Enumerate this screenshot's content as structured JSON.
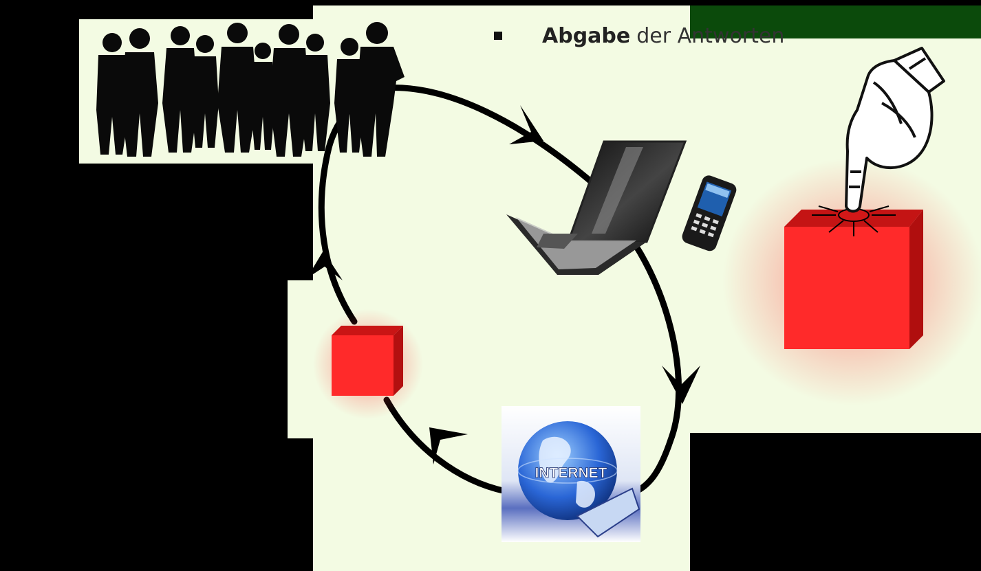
{
  "bullet": {
    "bold": "Abgabe",
    "rest": "der Antworten"
  },
  "internet": {
    "label": "INTERNET"
  },
  "colors": {
    "background": "#000000",
    "panel": "#f3fbe3",
    "green_bar": "#0b4a0b",
    "red_box": "#ff2a2a",
    "globe": "#2a66d6"
  },
  "icons": [
    "people-silhouettes-icon",
    "laptop-icon",
    "mobile-phone-icon",
    "internet-globe-icon",
    "pointing-hand-icon",
    "red-buzzer-box-icon",
    "cycle-arrows-icon"
  ]
}
